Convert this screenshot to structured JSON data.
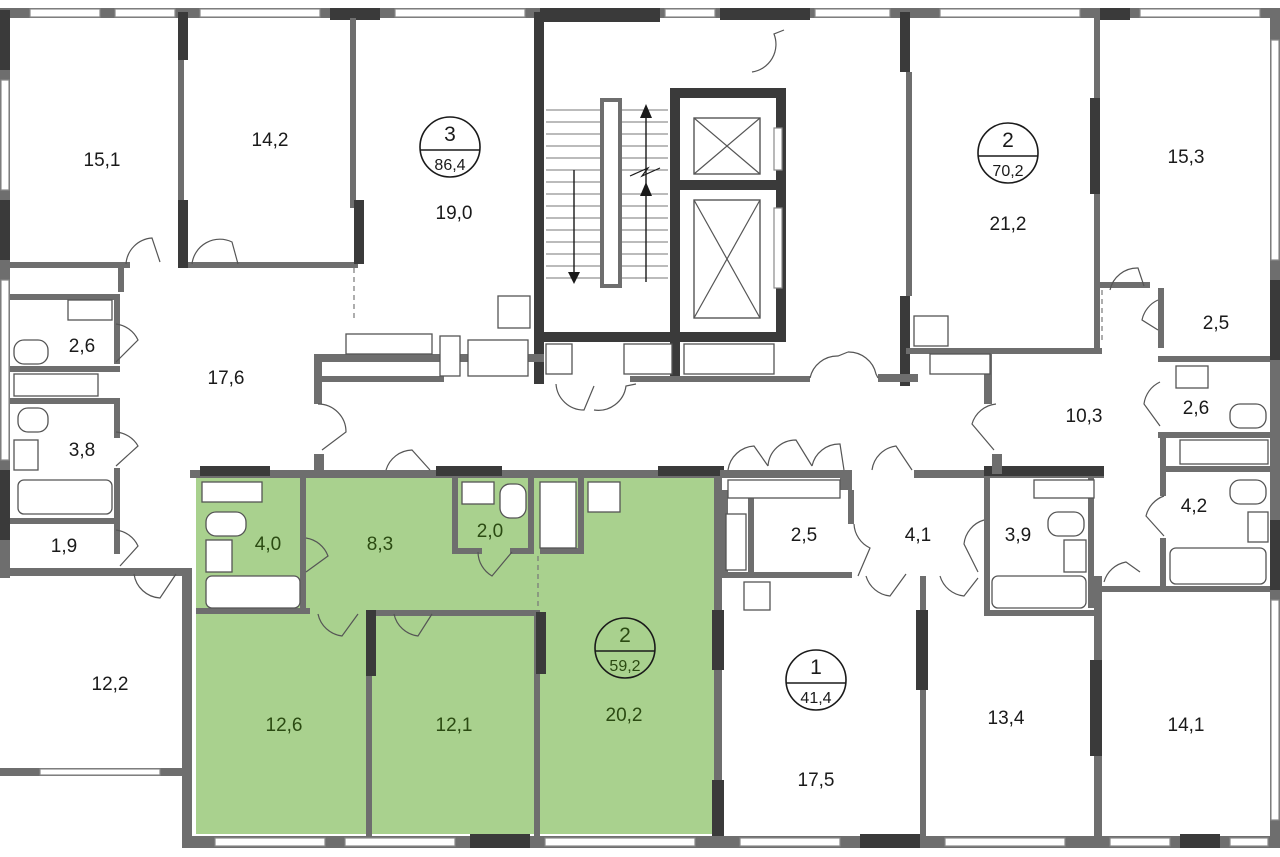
{
  "plan": {
    "highlight_color": "#a9d18e",
    "wall_color": "#6e6e6e",
    "apartments": [
      {
        "id": "apt-3",
        "rooms": "3",
        "area": "86,4",
        "highlighted": false
      },
      {
        "id": "apt-2-top",
        "rooms": "2",
        "area": "70,2",
        "highlighted": false
      },
      {
        "id": "apt-2-green",
        "rooms": "2",
        "area": "59,2",
        "highlighted": true
      },
      {
        "id": "apt-1",
        "rooms": "1",
        "area": "41,4",
        "highlighted": false
      }
    ],
    "room_areas": {
      "r_15_1": "15,1",
      "r_14_2": "14,2",
      "r_19_0": "19,0",
      "r_21_2": "21,2",
      "r_15_3": "15,3",
      "r_2_6_left": "2,6",
      "r_17_6": "17,6",
      "r_3_8": "3,8",
      "r_1_9": "1,9",
      "r_12_2": "12,2",
      "r_2_5_right": "2,5",
      "r_10_3": "10,3",
      "r_2_6_right": "2,6",
      "r_4_2": "4,2",
      "r_4_0": "4,0",
      "r_8_3": "8,3",
      "r_2_0": "2,0",
      "r_12_6": "12,6",
      "r_12_1": "12,1",
      "r_20_2": "20,2",
      "r_2_5_mid": "2,5",
      "r_4_1": "4,1",
      "r_3_9": "3,9",
      "r_17_5": "17,5",
      "r_13_4": "13,4",
      "r_14_1": "14,1"
    }
  }
}
